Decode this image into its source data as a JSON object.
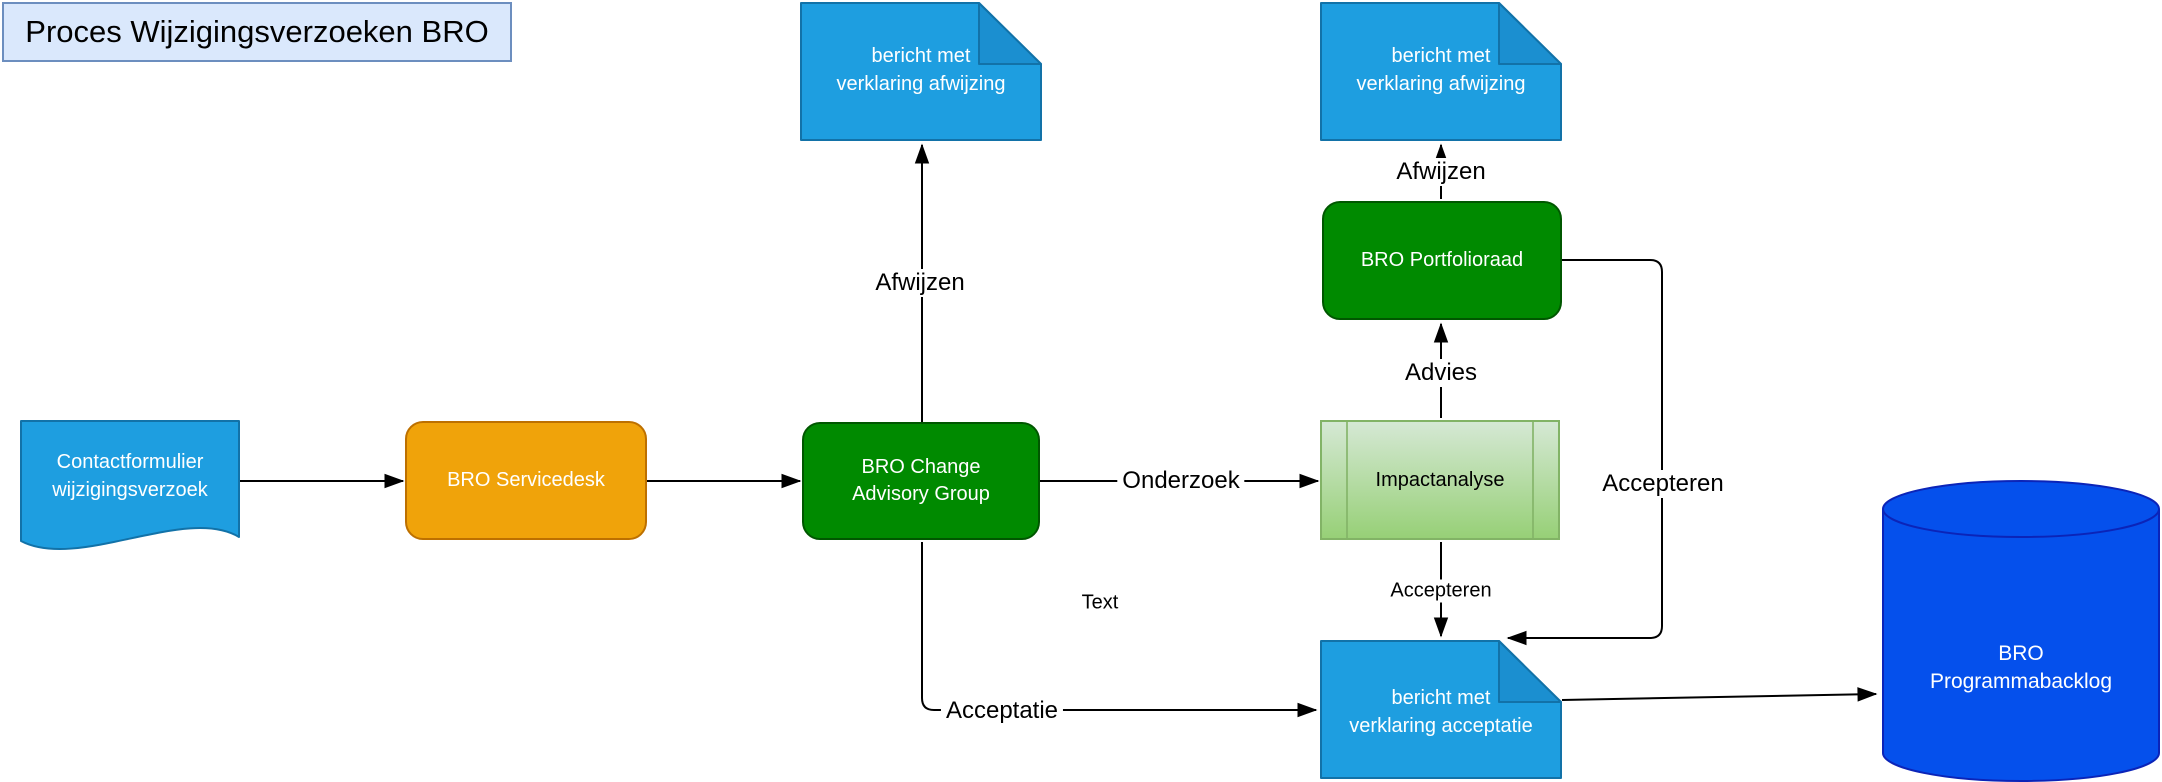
{
  "diagram_title": "Proces Wijzigingsverzoeken BRO",
  "nodes": {
    "contact_form": {
      "label": "Contactformulier\nwijzigingsverzoek",
      "shape": "document"
    },
    "servicedesk": {
      "label": "BRO Servicedesk",
      "shape": "rounded-rectangle"
    },
    "change_advisory_group": {
      "label": "BRO Change\nAdvisory Group",
      "shape": "rounded-rectangle"
    },
    "bericht_afwijzing_links": {
      "label": "bericht met\nverklaring afwijzing",
      "shape": "note"
    },
    "bericht_afwijzing_rechts": {
      "label": "bericht met\nverklaring afwijzing",
      "shape": "note"
    },
    "portfolioraad": {
      "label": "BRO Portfolioraad",
      "shape": "rounded-rectangle"
    },
    "impactanalyse": {
      "label": "Impactanalyse",
      "shape": "subprocess"
    },
    "bericht_acceptatie": {
      "label": "bericht met\nverklaring acceptatie",
      "shape": "note"
    },
    "programmabacklog": {
      "label": "BRO\nProgrammabacklog",
      "shape": "cylinder"
    }
  },
  "edges": [
    {
      "from": "contact_form",
      "to": "servicedesk",
      "label": ""
    },
    {
      "from": "servicedesk",
      "to": "change_advisory_group",
      "label": ""
    },
    {
      "from": "change_advisory_group",
      "to": "bericht_afwijzing_links",
      "label": "Afwijzen"
    },
    {
      "from": "change_advisory_group",
      "to": "impactanalyse",
      "label": "Onderzoek"
    },
    {
      "from": "impactanalyse",
      "to": "portfolioraad",
      "label": "Advies"
    },
    {
      "from": "portfolioraad",
      "to": "bericht_afwijzing_rechts",
      "label": "Afwijzen"
    },
    {
      "from": "portfolioraad",
      "to": "bericht_acceptatie",
      "label": "Accepteren"
    },
    {
      "from": "impactanalyse",
      "to": "bericht_acceptatie",
      "label": "Accepteren"
    },
    {
      "from": "change_advisory_group",
      "to": "bericht_acceptatie",
      "label": "Acceptatie"
    },
    {
      "from": "bericht_acceptatie",
      "to": "programmabacklog",
      "label": ""
    }
  ],
  "floating_label": "Text",
  "colors": {
    "doc_blue": "#1e9ee0",
    "doc_blue_fold": "#1b8fd0",
    "doc_blue_border": "#1272a8",
    "orange": "#f0a30a",
    "orange_border": "#bd7000",
    "green": "#008a00",
    "green_border": "#005700",
    "light_green": "#d5e8d4",
    "light_green_gradient": "#97d077",
    "light_green_border": "#82b366",
    "db_blue": "#0550ec",
    "db_blue_border": "#0b24b8",
    "title_bg": "#dae8fc",
    "title_border": "#6c8ebf",
    "edge_color": "#000000"
  }
}
